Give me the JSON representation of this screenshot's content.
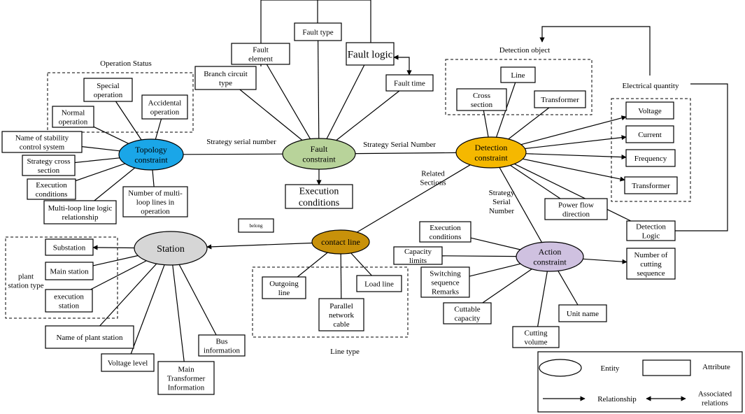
{
  "colors": {
    "topology": "#1aa6e8",
    "fault": "#b8d39a",
    "detection": "#f5b800",
    "station": "#d6d6d6",
    "contact": "#c8910a",
    "action": "#cfc1e0",
    "line": "#000000"
  },
  "entities": {
    "topology": [
      "Topology",
      "constraint"
    ],
    "fault": [
      "Fault",
      "constraint"
    ],
    "detection": [
      "Detection",
      "constraint"
    ],
    "station": [
      "Station"
    ],
    "contact": [
      "contact line"
    ],
    "action": [
      "Action",
      "constraint"
    ]
  },
  "attributes": {
    "normal_op": [
      "Normal",
      "operation"
    ],
    "special_op": [
      "Special",
      "operation"
    ],
    "accidental_op": [
      "Accidental",
      "operation"
    ],
    "stability_sys": [
      "Name of stability",
      "control system"
    ],
    "strategy_cross": [
      "Strategy cross",
      "section"
    ],
    "exec_cond_topo": [
      "Execution",
      "conditions"
    ],
    "multiloop_logic": [
      "Multi-loop line logic",
      "relationship"
    ],
    "num_multiloop": [
      "Number of multi-",
      "loop lines in",
      "operation"
    ],
    "branch_circuit": [
      "Branch circuit",
      "type"
    ],
    "fault_element": [
      "Fault",
      "element"
    ],
    "fault_type": [
      "Fault type"
    ],
    "fault_logic": [
      "Fault logic"
    ],
    "fault_time": [
      "Fault time"
    ],
    "exec_cond_fault": [
      "Execution",
      "conditions"
    ],
    "line_det": [
      "Line"
    ],
    "cross_section": [
      "Cross",
      "section"
    ],
    "transformer_det": [
      "Transformer"
    ],
    "voltage": [
      "Voltage"
    ],
    "current": [
      "Current"
    ],
    "frequency": [
      "Frequency"
    ],
    "transformer_eq": [
      "Transformer"
    ],
    "power_flow": [
      "Power flow",
      "direction"
    ],
    "detection_logic": [
      "Detection",
      "Logic"
    ],
    "substation": [
      "Substation"
    ],
    "main_station": [
      "Main station"
    ],
    "execution_station": [
      "execution",
      "station"
    ],
    "name_plant": [
      "Name of  plant station"
    ],
    "voltage_level": [
      "Voltage level"
    ],
    "bus_info": [
      "Bus",
      "information"
    ],
    "main_transformer": [
      "Main",
      "Transformer",
      "Information"
    ],
    "belong": [
      "belong"
    ],
    "outgoing_line": [
      "Outgoing",
      "line"
    ],
    "parallel_cable": [
      "Parallel",
      "network",
      "cable"
    ],
    "load_line": [
      "Load line"
    ],
    "exec_cond_action": [
      "Execution",
      "conditions"
    ],
    "capacity_limits": [
      "Capacity",
      "limits"
    ],
    "switching_seq": [
      "Switching",
      "sequence",
      "Remarks"
    ],
    "cuttable_capacity": [
      "Cuttable",
      "capacity"
    ],
    "cutting_volume": [
      "Cutting",
      "volume"
    ],
    "unit_name": [
      "Unit name"
    ],
    "num_cutting": [
      "Number of",
      "cutting",
      "sequence"
    ]
  },
  "labels": {
    "operation_status": [
      "Operation Status"
    ],
    "detection_object": [
      "Detection object"
    ],
    "electrical_quantity": [
      "Electrical quantity"
    ],
    "plant_station_type": [
      "plant",
      "station type"
    ],
    "line_type": [
      "Line type"
    ],
    "strategy_serial_1": [
      "Strategy serial number"
    ],
    "strategy_serial_2": [
      "Strategy Serial Number"
    ],
    "related_sections": [
      "Related",
      "Sections"
    ],
    "strategy_serial_3": [
      "Strategy",
      "Serial",
      "Number"
    ]
  },
  "legend": {
    "entity": "Entity",
    "attribute": "Attribute",
    "relationship": "Relationship",
    "associated": [
      "Associated",
      "relations"
    ]
  }
}
